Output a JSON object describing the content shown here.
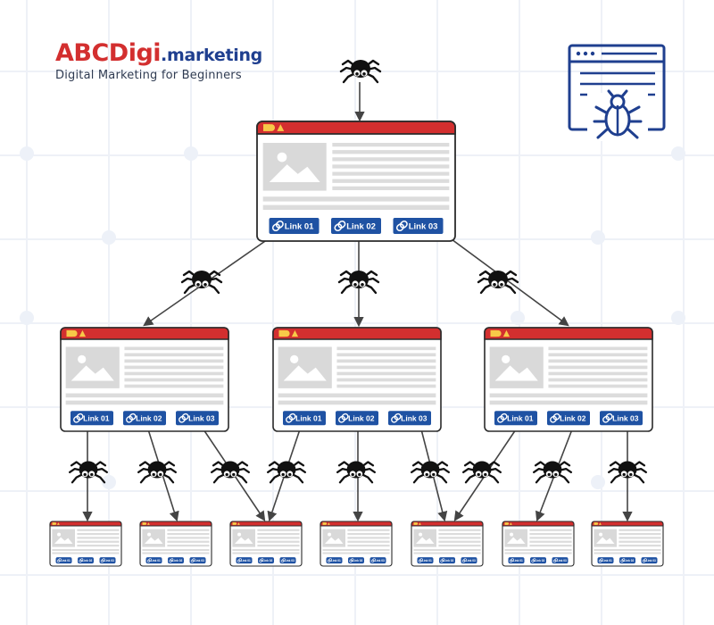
{
  "brand": {
    "name": "ABCDigi",
    "suffix": ".marketing",
    "tagline": "Digital Marketing for Beginners"
  },
  "colors": {
    "accent_red": "#d32f2f",
    "link_blue": "#1f52a3",
    "crawler_icon_blue": "#1f3f8f",
    "spider": "#111111",
    "placeholder_gray": "#d9d9d9"
  },
  "icons": {
    "top_right": "web-crawler-bug-icon",
    "crawler": "spider-icon",
    "link": "link-chain-icon"
  },
  "diagram": {
    "root_links": [
      "Link 01",
      "Link 02",
      "Link 03"
    ],
    "mid_pages": [
      {
        "links": [
          "Link 01",
          "Link 02",
          "Link 03"
        ]
      },
      {
        "links": [
          "Link 01",
          "Link 02",
          "Link 03"
        ]
      },
      {
        "links": [
          "Link 01",
          "Link 02",
          "Link 03"
        ]
      }
    ],
    "leaf_pages": 7,
    "leaf_link_label": "Link"
  }
}
